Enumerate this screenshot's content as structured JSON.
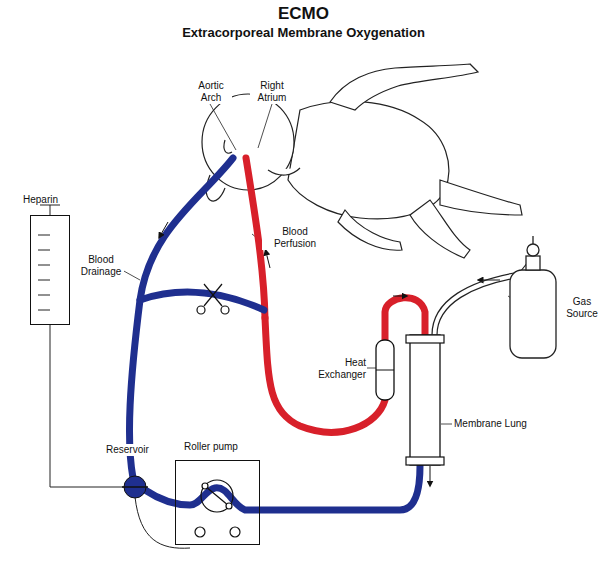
{
  "diagram": {
    "title": "ECMO",
    "nodes": [
      {
        "text": [
          "Heparin"
        ]
      },
      {
        "text": [
          "Roller pump"
        ]
      }
    ],
    "labels": [
      "Extracorporeal Membrane Oxygenation",
      "Aortic Arch",
      "Right Atrium",
      "Blood Drainage",
      "Blood Perfusion",
      "Gas Source",
      "Heat Exchanger",
      "Membrane Lung",
      "Reservoir"
    ]
  }
}
